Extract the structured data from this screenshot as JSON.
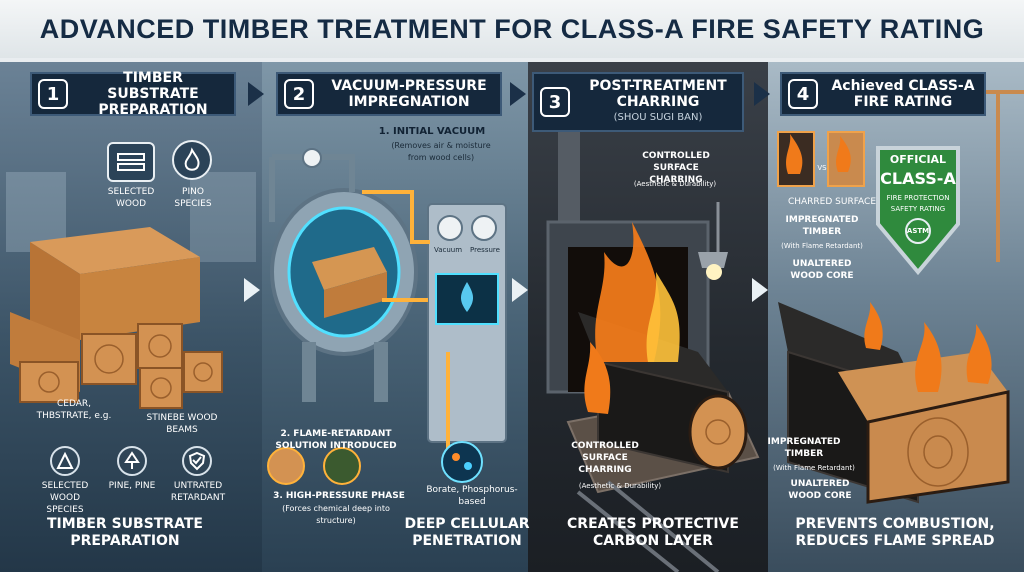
{
  "title": "ADVANCED TIMBER TREATMENT FOR CLASS-A FIRE SAFETY RATING",
  "steps": [
    {
      "num": "1",
      "title": "TIMBER SUBSTRATE PREPARATION",
      "subtitle": ""
    },
    {
      "num": "2",
      "title": "VACUUM-PRESSURE IMPREGNATION",
      "subtitle": ""
    },
    {
      "num": "3",
      "title": "POST-TREATMENT CHARRING",
      "subtitle": "(SHOU SUGI BAN)"
    },
    {
      "num": "4",
      "title": "Achieved CLASS-A FIRE RATING",
      "subtitle": ""
    }
  ],
  "panel1": {
    "icon_wood": "SELECTED WOOD",
    "icon_species": "PINO SPECIES",
    "label_cedar": "CEDAR, THBSTRATE, e.g.",
    "label_beams": "STINEBE WOOD BEAMS",
    "icon_species2": "SELECTED WOOD SPECIES",
    "icon_pine": "PINE, PINE",
    "icon_untreated": "UNTRATED RETARDANT",
    "caption": "TIMBER SUBSTRATE PREPARATION"
  },
  "panel2": {
    "vacuum_title": "1. INITIAL VACUUM",
    "vacuum_desc": "(Removes air & moisture from wood cells)",
    "gauge_vacuum": "Vacuum",
    "gauge_pressure": "Pressure",
    "flame_title": "2. FLAME-RETARDANT SOLUTION INTRODUCED",
    "chem_label": "Borate, Phosphorus-based",
    "pressure_title": "3. HIGH-PRESSURE PHASE",
    "pressure_desc": "(Forces chemical deep into structure)",
    "caption": "DEEP CELLULAR PENETRATION"
  },
  "panel3": {
    "top_title": "CONTROLLED SURFACE CHARRING",
    "top_desc": "(Aesthetic & Durability)",
    "bottom_title": "CONTROLLED SURFACE CHARRING",
    "bottom_desc": "(Aesthetic & Durability)",
    "caption": "CREATES PROTECTIVE CARBON LAYER"
  },
  "panel4": {
    "vs": "VS",
    "charred_surface": "CHARRED SURFACE",
    "impregnated_top": "IMPREGNATED TIMBER",
    "impregnated_top_desc": "(With Flame Retardant)",
    "unaltered_top": "UNALTERED WOOD CORE",
    "badge_official": "OFFICIAL",
    "badge_class": "CLASS-A",
    "badge_line1": "FIRE PROTECTION",
    "badge_line2": "SAFETY RATING",
    "badge_seal": "ASTM",
    "impregnated_bottom": "IMPREGNATED TIMBER",
    "impregnated_bottom_desc": "(With Flame Retardant)",
    "unaltered_bottom": "UNALTERED WOOD CORE",
    "caption": "PREVENTS COMBUSTION, REDUCES FLAME SPREAD"
  },
  "colors": {
    "navy": "#15283c",
    "wood": "#c98a4e",
    "flame": "#f07a1a",
    "chemical": "#ffb23a",
    "badge": "#2f8a3d"
  }
}
